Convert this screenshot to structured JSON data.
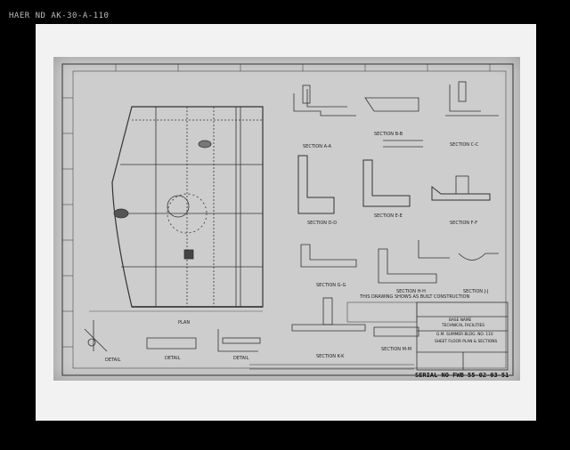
{
  "record_id": "HAER ND    AK-30-A-110",
  "sheet": {
    "asbuilt_note": "THIS DRAWING SHOWS AS BUILT CONSTRUCTION",
    "serial": "SERIAL NO FWB 55-02-03-51",
    "title_block": {
      "line1": "BASE NAME",
      "line2": "TECHNICAL FACILITIES",
      "line3": "G.M. SUMMER BLDG. NO. 110",
      "line4": "SHEET FLOOR PLAN & SECTIONS"
    },
    "sections": [
      {
        "id": "section-aa",
        "label": "SECTION A-A"
      },
      {
        "id": "section-bb",
        "label": "SECTION B-B"
      },
      {
        "id": "section-cc",
        "label": "SECTION C-C"
      },
      {
        "id": "section-dd",
        "label": "SECTION D-D"
      },
      {
        "id": "section-ee",
        "label": "SECTION E-E"
      },
      {
        "id": "section-ff",
        "label": "SECTION F-F"
      },
      {
        "id": "section-gg",
        "label": "SECTION G-G"
      },
      {
        "id": "section-hh",
        "label": "SECTION H-H"
      },
      {
        "id": "section-jj",
        "label": "SECTION J-J"
      },
      {
        "id": "section-kk",
        "label": "SECTION K-K"
      },
      {
        "id": "section-mm",
        "label": "SECTION M-M"
      }
    ],
    "plan_label": "PLAN",
    "detail_labels": [
      "DETAIL",
      "DETAIL",
      "DETAIL"
    ]
  }
}
